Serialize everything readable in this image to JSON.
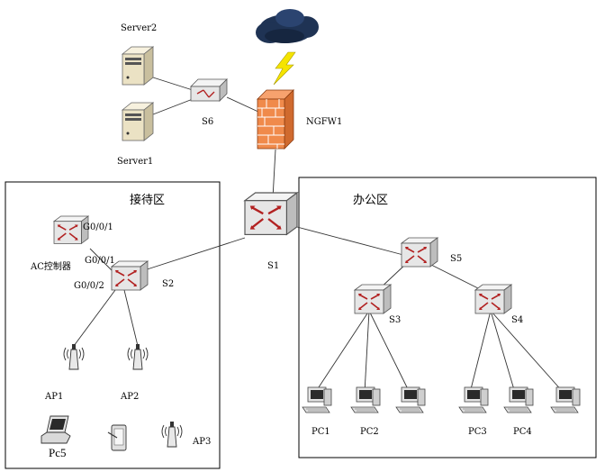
{
  "zones": {
    "reception": "接待区",
    "office": "办公区"
  },
  "labels": {
    "server2": "Server2",
    "server1": "Server1",
    "s6": "S6",
    "ngfw": "NGFW1",
    "s1": "S1",
    "s2": "S2",
    "s3": "S3",
    "s4": "S4",
    "s5": "S5",
    "ac": "AC控制器",
    "port_ac": "G0/0/1",
    "port_s2_ac": "G0/0/1",
    "port_s2_ap": "G0/0/2",
    "ap1": "AP1",
    "ap2": "AP2",
    "ap3": "AP3",
    "pc1": "PC1",
    "pc2": "PC2",
    "pc3": "PC3",
    "pc4": "PC4",
    "pc5": "Pc5"
  },
  "colors": {
    "server_body": "#efe6cc",
    "switch_body": "#e8e8e8",
    "switch_arrow": "#b22222",
    "firewall": "#f08a4b",
    "cloud": "#1f3354",
    "lightning": "#f5e400",
    "line": "#333333"
  }
}
